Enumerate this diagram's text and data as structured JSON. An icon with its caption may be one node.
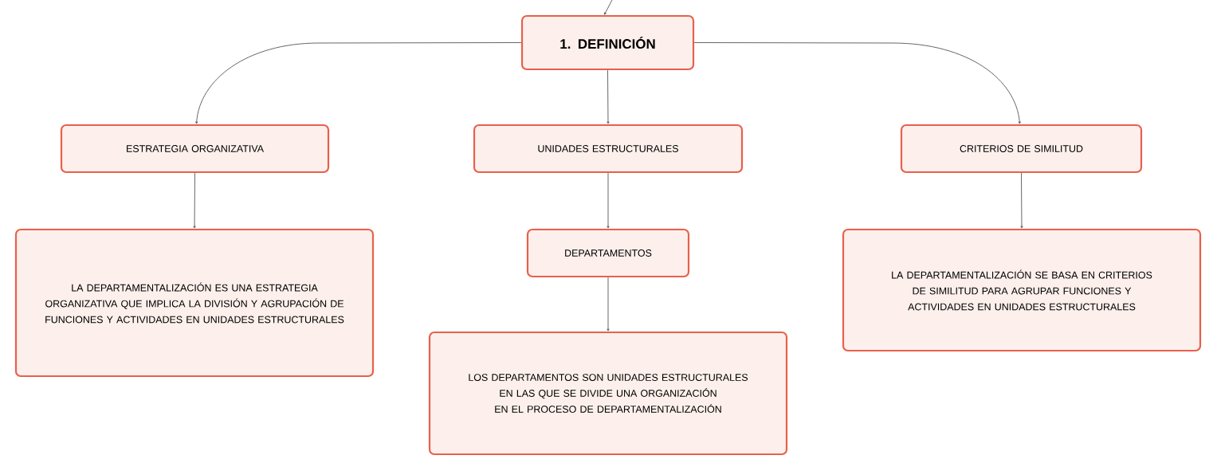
{
  "diagram": {
    "nodes": [
      {
        "text": [
          "1. DEFINICIÓN"
        ]
      },
      {
        "text": [
          "ESTRATEGIA ORGANIZATIVA"
        ]
      },
      {
        "text": [
          "UNIDADES ESTRUCTURALES"
        ]
      },
      {
        "text": [
          "CRITERIOS DE SIMILITUD"
        ]
      },
      {
        "text": [
          "LA DEPARTAMENTALIZACIÓN ES UNA ESTRATEGIA ORGANIZATIVA QUE IMPLICA LA DIVISIÓN Y AGRUPACIÓN DE FUNCIONES Y ACTIVIDADES EN UNIDADES ESTRUCTURALES"
        ]
      },
      {
        "text": [
          "DEPARTAMENTOS"
        ]
      },
      {
        "text": [
          "LOS DEPARTAMENTOS SON UNIDADES ESTRUCTURALES EN LAS QUE SE DIVIDE UNA ORGANIZACIÓN EN EL PROCESO DE DEPARTAMENTALIZACIÓN"
        ]
      },
      {
        "text": [
          "LA DEPARTAMENTALIZACIÓN SE BASA EN CRITERIOS DE SIMILITUD PARA AGRUPAR FUNCIONES Y ACTIVIDADES EN UNIDADES ESTRUCTURALES"
        ]
      }
    ],
    "edges": [
      {
        "from": null,
        "to": 0,
        "arrow": "to"
      },
      {
        "from": 0,
        "to": 1,
        "arrow": "to"
      },
      {
        "from": 0,
        "to": 2,
        "arrow": "to"
      },
      {
        "from": 0,
        "to": 3,
        "arrow": "to"
      },
      {
        "from": 1,
        "to": 4,
        "arrow": "to"
      },
      {
        "from": 2,
        "to": 5,
        "arrow": "to"
      },
      {
        "from": 5,
        "to": 6,
        "arrow": "to"
      },
      {
        "from": 3,
        "to": 7,
        "arrow": "to"
      }
    ]
  }
}
